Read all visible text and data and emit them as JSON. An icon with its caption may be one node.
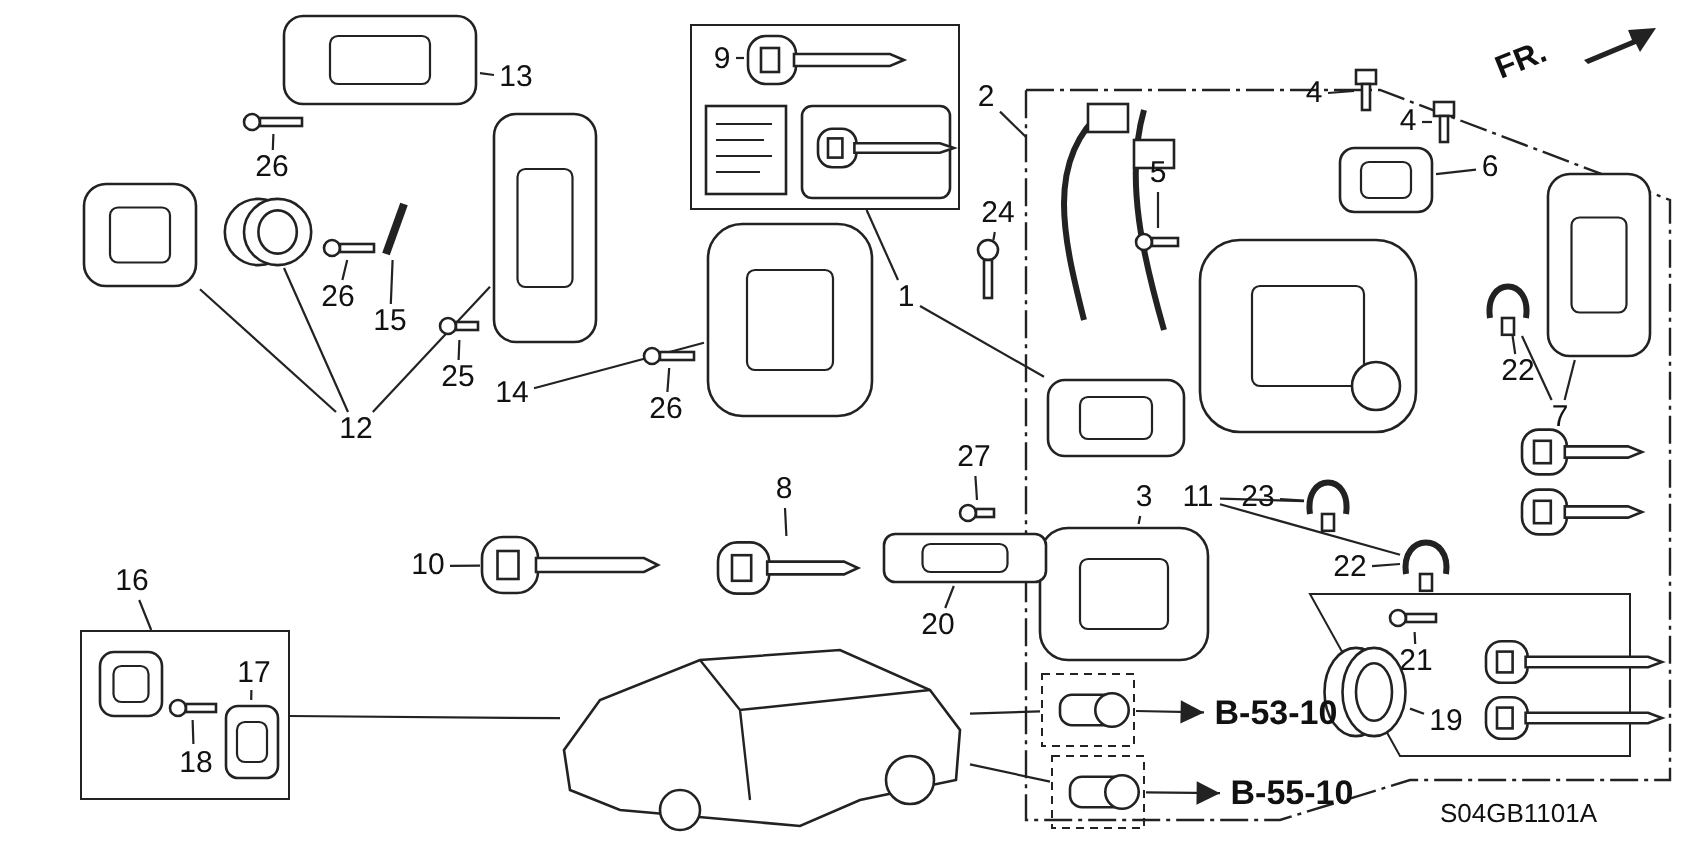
{
  "diagram": {
    "nodes": [
      {
        "text": [
          "13"
        ]
      },
      {
        "text": [],
        "shape": "picture"
      },
      {
        "text": [
          "26"
        ]
      },
      {
        "text": [],
        "shape": "picture"
      },
      {
        "text": [],
        "shape": "picture"
      },
      {
        "text": [],
        "shape": "picture"
      },
      {
        "text": [
          "26"
        ]
      },
      {
        "text": [],
        "shape": "picture"
      },
      {
        "text": [
          "15"
        ]
      },
      {
        "text": [],
        "shape": "picture"
      },
      {
        "text": [],
        "shape": "picture"
      },
      {
        "text": [
          "25"
        ]
      },
      {
        "text": [],
        "shape": "picture"
      },
      {
        "text": [
          "12"
        ]
      },
      {
        "text": [],
        "shape": "box"
      },
      {
        "text": [
          "9"
        ],
        "in": 14
      },
      {
        "text": [],
        "shape": "picture",
        "in": 14
      },
      {
        "text": [
          "14"
        ]
      },
      {
        "text": [],
        "shape": "picture"
      },
      {
        "text": [
          "26"
        ]
      },
      {
        "text": [],
        "shape": "picture"
      },
      {
        "text": [
          "1"
        ]
      },
      {
        "text": [
          "2"
        ]
      },
      {
        "text": [],
        "shape": "box"
      },
      {
        "text": [],
        "shape": "picture",
        "in": 23
      },
      {
        "text": [
          "24"
        ]
      },
      {
        "text": [],
        "shape": "picture"
      },
      {
        "text": [
          "5"
        ],
        "in": 23
      },
      {
        "text": [],
        "shape": "picture",
        "in": 23
      },
      {
        "text": [
          "4"
        ],
        "in": 23
      },
      {
        "text": [],
        "shape": "picture",
        "in": 23
      },
      {
        "text": [
          "4"
        ],
        "in": 23
      },
      {
        "text": [],
        "shape": "picture",
        "in": 23
      },
      {
        "text": [
          "6"
        ],
        "in": 23
      },
      {
        "text": [],
        "shape": "picture",
        "in": 23
      },
      {
        "text": [
          "22"
        ],
        "in": 23
      },
      {
        "text": [],
        "shape": "picture",
        "in": 23
      },
      {
        "text": [
          "7"
        ],
        "in": 23
      },
      {
        "text": [],
        "shape": "picture",
        "in": 23
      },
      {
        "text": [
          "3"
        ],
        "in": 23
      },
      {
        "text": [],
        "shape": "picture",
        "in": 23
      },
      {
        "text": [
          "11"
        ],
        "in": 23
      },
      {
        "text": [
          "23"
        ],
        "in": 23
      },
      {
        "text": [],
        "shape": "picture",
        "in": 23
      },
      {
        "text": [
          "22"
        ],
        "in": 23
      },
      {
        "text": [],
        "shape": "picture",
        "in": 23
      },
      {
        "text": [
          "21"
        ],
        "in": 23
      },
      {
        "text": [],
        "shape": "picture",
        "in": 23
      },
      {
        "text": [
          "19"
        ],
        "in": 23
      },
      {
        "text": [],
        "shape": "picture",
        "in": 23
      },
      {
        "text": [
          "8"
        ]
      },
      {
        "text": [],
        "shape": "picture"
      },
      {
        "text": [
          "10"
        ]
      },
      {
        "text": [],
        "shape": "picture"
      },
      {
        "text": [
          "27"
        ]
      },
      {
        "text": [],
        "shape": "picture"
      },
      {
        "text": [
          "20"
        ]
      },
      {
        "text": [],
        "shape": "picture"
      },
      {
        "text": [],
        "shape": "box"
      },
      {
        "text": [
          "16"
        ]
      },
      {
        "text": [
          "17"
        ],
        "in": 58
      },
      {
        "text": [],
        "shape": "picture",
        "in": 58
      },
      {
        "text": [
          "18"
        ],
        "in": 58
      },
      {
        "text": [],
        "shape": "picture",
        "in": 58
      },
      {
        "text": [],
        "shape": "picture"
      },
      {
        "text": [],
        "shape": "picture",
        "in": 23
      },
      {
        "text": [
          "B-53-10"
        ],
        "in": 23
      },
      {
        "text": [],
        "shape": "picture",
        "in": 23
      },
      {
        "text": [
          "B-55-10"
        ],
        "in": 23
      }
    ],
    "edges": [
      {
        "from": 0,
        "to": 1,
        "arrow": "none"
      },
      {
        "from": 2,
        "to": 3,
        "arrow": "none"
      },
      {
        "from": 6,
        "to": 7,
        "arrow": "none"
      },
      {
        "from": 8,
        "to": 9,
        "arrow": "none"
      },
      {
        "from": 11,
        "to": 12,
        "arrow": "none"
      },
      {
        "from": 13,
        "to": 4,
        "arrow": "none"
      },
      {
        "from": 13,
        "to": 5,
        "arrow": "none"
      },
      {
        "from": 13,
        "to": 10,
        "arrow": "none"
      },
      {
        "from": 15,
        "to": 16,
        "arrow": "none"
      },
      {
        "from": 17,
        "to": 18,
        "arrow": "none"
      },
      {
        "from": 19,
        "to": 20,
        "arrow": "none"
      },
      {
        "from": 21,
        "to": 14,
        "arrow": "none"
      },
      {
        "from": 21,
        "to": 24,
        "arrow": "none"
      },
      {
        "from": 22,
        "to": 23,
        "arrow": "none"
      },
      {
        "from": 25,
        "to": 26,
        "arrow": "none"
      },
      {
        "from": 27,
        "to": 28,
        "arrow": "none"
      },
      {
        "from": 29,
        "to": 30,
        "arrow": "none"
      },
      {
        "from": 31,
        "to": 32,
        "arrow": "none"
      },
      {
        "from": 33,
        "to": 34,
        "arrow": "none"
      },
      {
        "from": 35,
        "to": 36,
        "arrow": "none"
      },
      {
        "from": 37,
        "to": 36,
        "arrow": "none"
      },
      {
        "from": 37,
        "to": 38,
        "arrow": "none"
      },
      {
        "from": 39,
        "to": 40,
        "arrow": "none"
      },
      {
        "from": 41,
        "to": 43,
        "arrow": "none"
      },
      {
        "from": 41,
        "to": 45,
        "arrow": "none"
      },
      {
        "from": 42,
        "to": 43,
        "arrow": "none"
      },
      {
        "from": 44,
        "to": 45,
        "arrow": "none"
      },
      {
        "from": 46,
        "to": 47,
        "arrow": "none"
      },
      {
        "from": 48,
        "to": 49,
        "arrow": "none"
      },
      {
        "from": 50,
        "to": 51,
        "arrow": "none"
      },
      {
        "from": 52,
        "to": 53,
        "arrow": "none"
      },
      {
        "from": 54,
        "to": 55,
        "arrow": "none"
      },
      {
        "from": 56,
        "to": 57,
        "arrow": "none"
      },
      {
        "from": 59,
        "to": 58,
        "arrow": "none"
      },
      {
        "from": 60,
        "to": 61,
        "arrow": "none"
      },
      {
        "from": 62,
        "to": 63,
        "arrow": "none"
      },
      {
        "from": 64,
        "to": 58,
        "arrow": "none"
      },
      {
        "from": 64,
        "to": 65,
        "arrow": "none"
      },
      {
        "from": 64,
        "to": 67,
        "arrow": "none"
      },
      {
        "from": 65,
        "to": 66,
        "arrow": "to"
      },
      {
        "from": 67,
        "to": 68,
        "arrow": "to"
      }
    ],
    "labels": [
      "FR.",
      "S04GB1101A"
    ]
  }
}
